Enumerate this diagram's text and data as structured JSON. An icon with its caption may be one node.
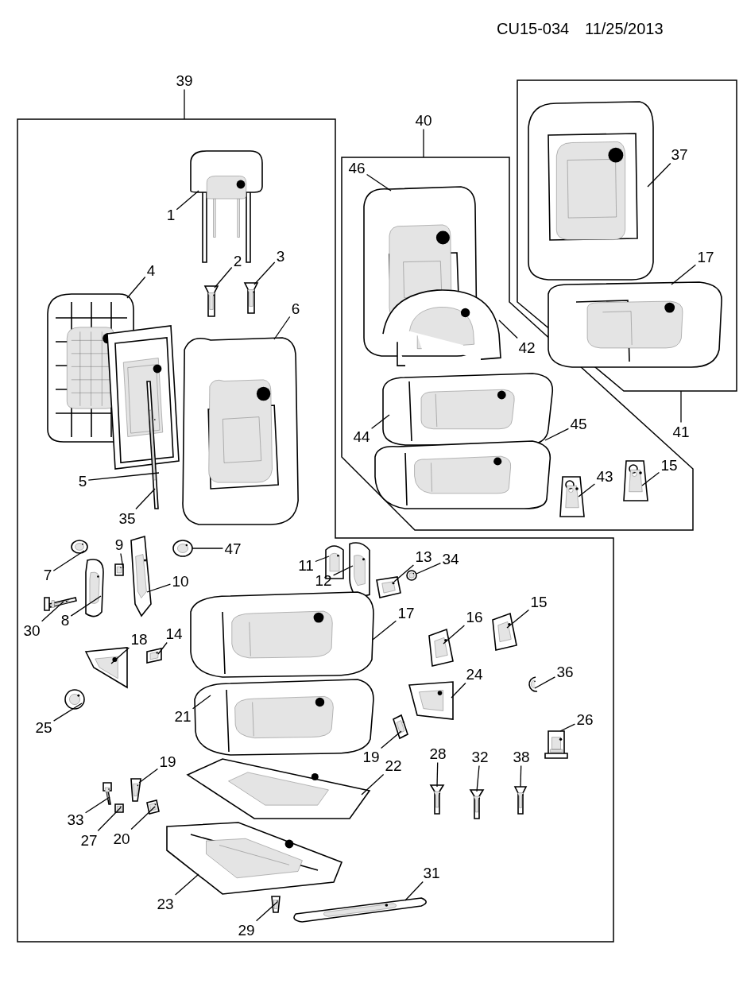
{
  "diagram": {
    "nodes": [
      {
        "text": [
          "39"
        ]
      },
      {
        "text": [],
        "shape": "box"
      },
      {
        "text": [
          "40"
        ]
      },
      {
        "text": [],
        "shape": "box"
      },
      {
        "text": [
          "41"
        ]
      },
      {
        "text": [],
        "shape": "box"
      },
      {
        "text": [
          "37"
        ],
        "in": 5
      },
      {
        "text": [
          "17"
        ],
        "in": 5
      },
      {
        "text": [
          "46"
        ],
        "in": 3
      },
      {
        "text": [
          "42"
        ],
        "in": 3
      },
      {
        "text": [
          "44"
        ],
        "in": 3
      },
      {
        "text": [
          "45"
        ],
        "in": 3
      },
      {
        "text": [
          "43"
        ],
        "in": 3
      },
      {
        "text": [
          "15"
        ],
        "in": 3
      },
      {
        "text": [
          "1"
        ],
        "in": 1
      },
      {
        "text": [
          "2"
        ],
        "in": 1
      },
      {
        "text": [
          "3"
        ],
        "in": 1
      },
      {
        "text": [
          "4"
        ],
        "in": 1
      },
      {
        "text": [
          "6"
        ],
        "in": 1
      },
      {
        "text": [
          "5"
        ],
        "in": 1
      },
      {
        "text": [
          "35"
        ],
        "in": 1
      },
      {
        "text": [
          "47"
        ],
        "in": 1
      },
      {
        "text": [
          "7"
        ],
        "in": 1
      },
      {
        "text": [
          "9"
        ],
        "in": 1
      },
      {
        "text": [
          "10"
        ],
        "in": 1
      },
      {
        "text": [
          "30"
        ],
        "in": 1
      },
      {
        "text": [
          "8"
        ],
        "in": 1
      },
      {
        "text": [
          "11"
        ],
        "in": 1
      },
      {
        "text": [
          "12"
        ],
        "in": 1
      },
      {
        "text": [
          "13"
        ],
        "in": 1
      },
      {
        "text": [
          "34"
        ],
        "in": 1
      },
      {
        "text": [
          "17"
        ],
        "in": 1
      },
      {
        "text": [
          "16"
        ],
        "in": 1
      },
      {
        "text": [
          "15"
        ],
        "in": 1
      },
      {
        "text": [
          "18"
        ],
        "in": 1
      },
      {
        "text": [
          "14"
        ],
        "in": 1
      },
      {
        "text": [
          "25"
        ],
        "in": 1
      },
      {
        "text": [
          "24"
        ],
        "in": 1
      },
      {
        "text": [
          "36"
        ],
        "in": 1
      },
      {
        "text": [
          "21"
        ],
        "in": 1
      },
      {
        "text": [
          "19"
        ],
        "in": 1
      },
      {
        "text": [
          "26"
        ],
        "in": 1
      },
      {
        "text": [
          "28"
        ],
        "in": 1
      },
      {
        "text": [
          "32"
        ],
        "in": 1
      },
      {
        "text": [
          "38"
        ],
        "in": 1
      },
      {
        "text": [
          "22"
        ],
        "in": 1
      },
      {
        "text": [
          "19"
        ],
        "in": 1
      },
      {
        "text": [
          "33"
        ],
        "in": 1
      },
      {
        "text": [
          "27"
        ],
        "in": 1
      },
      {
        "text": [
          "20"
        ],
        "in": 1
      },
      {
        "text": [
          "23"
        ],
        "in": 1
      },
      {
        "text": [
          "31"
        ],
        "in": 1
      },
      {
        "text": [
          "29"
        ],
        "in": 1
      },
      {
        "text": [],
        "shape": "picture",
        "in": 5
      },
      {
        "text": [],
        "shape": "picture",
        "in": 5
      },
      {
        "text": [],
        "shape": "picture",
        "in": 3
      },
      {
        "text": [],
        "shape": "picture",
        "in": 3
      },
      {
        "text": [],
        "shape": "picture",
        "in": 3
      },
      {
        "text": [],
        "shape": "picture",
        "in": 3
      },
      {
        "text": [],
        "shape": "picture",
        "in": 3
      },
      {
        "text": [],
        "shape": "picture",
        "in": 3
      },
      {
        "text": [],
        "shape": "picture",
        "in": 1
      },
      {
        "text": [],
        "shape": "picture",
        "in": 1
      },
      {
        "text": [],
        "shape": "picture",
        "in": 1
      },
      {
        "text": [],
        "shape": "picture",
        "in": 1
      },
      {
        "text": [],
        "shape": "picture",
        "in": 1
      },
      {
        "text": [],
        "shape": "picture",
        "in": 1
      },
      {
        "text": [],
        "shape": "picture",
        "in": 1
      },
      {
        "text": [],
        "shape": "picture",
        "in": 1
      },
      {
        "text": [],
        "shape": "picture",
        "in": 1
      },
      {
        "text": [],
        "shape": "picture",
        "in": 1
      },
      {
        "text": [],
        "shape": "picture",
        "in": 1
      },
      {
        "text": [],
        "shape": "picture",
        "in": 1
      },
      {
        "text": [],
        "shape": "picture",
        "in": 1
      },
      {
        "text": [],
        "shape": "picture",
        "in": 1
      },
      {
        "text": [],
        "shape": "picture",
        "in": 1
      },
      {
        "text": [],
        "shape": "picture",
        "in": 1
      },
      {
        "text": [],
        "shape": "picture",
        "in": 1
      },
      {
        "text": [],
        "shape": "picture",
        "in": 1
      },
      {
        "text": [],
        "shape": "picture",
        "in": 1
      },
      {
        "text": [],
        "shape": "picture",
        "in": 1
      },
      {
        "text": [],
        "shape": "picture",
        "in": 1
      },
      {
        "text": [],
        "shape": "picture",
        "in": 1
      },
      {
        "text": [],
        "shape": "picture",
        "in": 1
      },
      {
        "text": [],
        "shape": "picture",
        "in": 1
      },
      {
        "text": [],
        "shape": "picture",
        "in": 1
      },
      {
        "text": [],
        "shape": "picture",
        "in": 1
      },
      {
        "text": [],
        "shape": "picture",
        "in": 1
      },
      {
        "text": [],
        "shape": "picture",
        "in": 1
      },
      {
        "text": [],
        "shape": "picture",
        "in": 1
      },
      {
        "text": [],
        "shape": "picture",
        "in": 1
      },
      {
        "text": [],
        "shape": "picture",
        "in": 1
      },
      {
        "text": [],
        "shape": "picture",
        "in": 1
      },
      {
        "text": [],
        "shape": "picture",
        "in": 1
      },
      {
        "text": [],
        "shape": "picture",
        "in": 1
      },
      {
        "text": [],
        "shape": "picture",
        "in": 1
      },
      {
        "text": [],
        "shape": "picture",
        "in": 1
      },
      {
        "text": [],
        "shape": "picture",
        "in": 1
      },
      {
        "text": [],
        "shape": "picture",
        "in": 1
      },
      {
        "text": [],
        "shape": "picture",
        "in": 1
      }
    ],
    "edges": [
      {
        "from": 0,
        "to": 1,
        "arrow": "none"
      },
      {
        "from": 2,
        "to": 3,
        "arrow": "none"
      },
      {
        "from": 4,
        "to": 5,
        "arrow": "none"
      },
      {
        "from": 6,
        "to": 53,
        "arrow": "none"
      },
      {
        "from": 7,
        "to": 54,
        "arrow": "none"
      },
      {
        "from": 8,
        "to": 55,
        "arrow": "none"
      },
      {
        "from": 9,
        "to": 56,
        "arrow": "none"
      },
      {
        "from": 10,
        "to": 57,
        "arrow": "none"
      },
      {
        "from": 11,
        "to": 58,
        "arrow": "none"
      },
      {
        "from": 12,
        "to": 59,
        "arrow": "none"
      },
      {
        "from": 13,
        "to": 60,
        "arrow": "none"
      },
      {
        "from": 14,
        "to": 61,
        "arrow": "none"
      },
      {
        "from": 15,
        "to": 62,
        "arrow": "none"
      },
      {
        "from": 16,
        "to": 63,
        "arrow": "none"
      },
      {
        "from": 17,
        "to": 64,
        "arrow": "none"
      },
      {
        "from": 18,
        "to": 65,
        "arrow": "none"
      },
      {
        "from": 19,
        "to": 66,
        "arrow": "none"
      },
      {
        "from": 20,
        "to": 67,
        "arrow": "none"
      },
      {
        "from": 21,
        "to": 68,
        "arrow": "none"
      },
      {
        "from": 22,
        "to": 69,
        "arrow": "none"
      },
      {
        "from": 23,
        "to": 70,
        "arrow": "none"
      },
      {
        "from": 24,
        "to": 71,
        "arrow": "none"
      },
      {
        "from": 25,
        "to": 72,
        "arrow": "none"
      },
      {
        "from": 26,
        "to": 73,
        "arrow": "none"
      },
      {
        "from": 27,
        "to": 74,
        "arrow": "none"
      },
      {
        "from": 28,
        "to": 75,
        "arrow": "none"
      },
      {
        "from": 29,
        "to": 76,
        "arrow": "none"
      },
      {
        "from": 30,
        "to": 77,
        "arrow": "none"
      },
      {
        "from": 31,
        "to": 78,
        "arrow": "none"
      },
      {
        "from": 32,
        "to": 79,
        "arrow": "none"
      },
      {
        "from": 33,
        "to": 80,
        "arrow": "none"
      },
      {
        "from": 34,
        "to": 81,
        "arrow": "none"
      },
      {
        "from": 35,
        "to": 82,
        "arrow": "none"
      },
      {
        "from": 36,
        "to": 83,
        "arrow": "none"
      },
      {
        "from": 37,
        "to": 84,
        "arrow": "none"
      },
      {
        "from": 38,
        "to": 85,
        "arrow": "none"
      },
      {
        "from": 39,
        "to": 86,
        "arrow": "none"
      },
      {
        "from": 40,
        "to": 87,
        "arrow": "none"
      },
      {
        "from": 41,
        "to": 88,
        "arrow": "none"
      },
      {
        "from": 42,
        "to": 89,
        "arrow": "none"
      },
      {
        "from": 43,
        "to": 90,
        "arrow": "none"
      },
      {
        "from": 44,
        "to": 91,
        "arrow": "none"
      },
      {
        "from": 45,
        "to": 92,
        "arrow": "none"
      },
      {
        "from": 46,
        "to": 93,
        "arrow": "none"
      },
      {
        "from": 47,
        "to": 94,
        "arrow": "none"
      },
      {
        "from": 48,
        "to": 95,
        "arrow": "none"
      },
      {
        "from": 49,
        "to": 96,
        "arrow": "none"
      },
      {
        "from": 50,
        "to": 97,
        "arrow": "none"
      },
      {
        "from": 51,
        "to": 98,
        "arrow": "none"
      },
      {
        "from": 52,
        "to": 99,
        "arrow": "none"
      }
    ],
    "labels": [
      "CU15-034",
      "11/25/2013"
    ]
  }
}
